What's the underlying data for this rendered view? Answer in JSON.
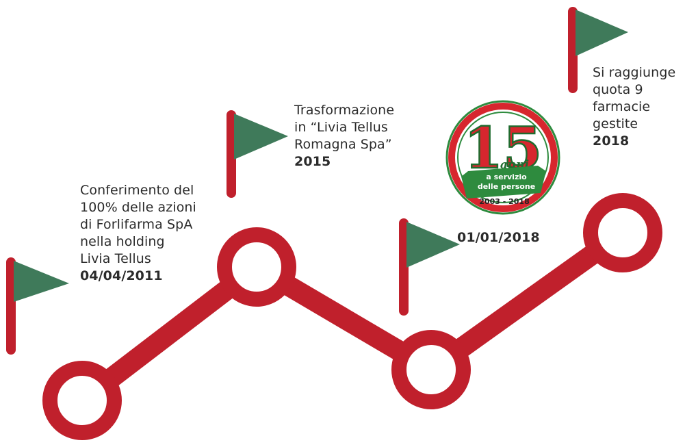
{
  "colors": {
    "path": "#c0202c",
    "flag": "#3f7a5a",
    "pole": "#c0202c",
    "text": "#2b2b2b",
    "badge_green": "#2e8b3e",
    "badge_red": "#d7262e"
  },
  "milestones": [
    {
      "lines": [
        "Conferimento del",
        "100% delle azioni",
        "di Forlifarma SpA",
        "nella holding",
        "Livia Tellus"
      ],
      "date": "04/04/2011"
    },
    {
      "lines": [
        "Trasformazione",
        "in “Livia Tellus",
        "Romagna Spa”"
      ],
      "date": "2015"
    },
    {
      "lines": [],
      "date": "01/01/2018"
    },
    {
      "lines": [
        "Si raggiunge",
        "quota 9",
        "farmacie",
        "gestite"
      ],
      "date": "2018"
    }
  ],
  "badge": {
    "number": "15",
    "word": "anni",
    "ribbon_line1": "a servizio",
    "ribbon_line2": "delle persone",
    "years": "2003 - 2018"
  }
}
